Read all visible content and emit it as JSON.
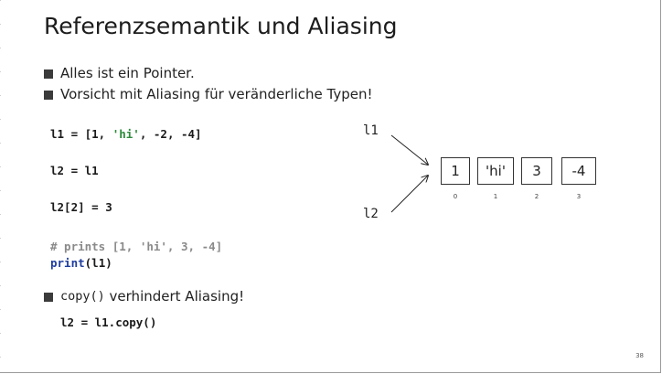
{
  "slide": {
    "title": "Referenzsemantik und Aliasing",
    "bullets": [
      "Alles ist ein Pointer.",
      "Vorsicht mit Aliasing für veränderliche Typen!"
    ],
    "code": {
      "line1_prefix": "l1 = [1, ",
      "line1_str": "'hi'",
      "line1_suffix": ", -2, -4]",
      "line2": "l2 = l1",
      "line3": "l2[2] = 3",
      "line4_comment": "# prints [1, 'hi', 3, -4]",
      "line5_kw": "print",
      "line5_rest": "(l1)"
    },
    "bullet3_code": "copy()",
    "bullet3_text": " verhindert Aliasing!",
    "code_copy": "l2 = l1.copy()",
    "diagram": {
      "var1": "l1",
      "var2": "l2",
      "cells": [
        "1",
        "'hi'",
        "3",
        "-4"
      ],
      "indices": [
        "0",
        "1",
        "2",
        "3"
      ]
    },
    "page_number": "38"
  }
}
